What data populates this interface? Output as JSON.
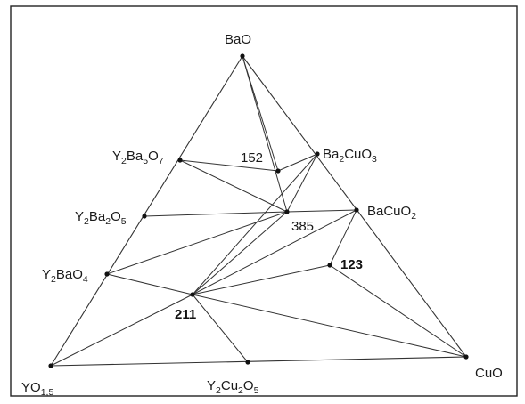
{
  "vertices": {
    "bao": "BaO",
    "yo15": "YO1,5",
    "cuo": "CuO"
  },
  "phases": {
    "y2ba5o7": "Y2Ba5O7",
    "y2ba2o5": "Y2Ba2O5",
    "y2bao4": "Y2BaO4",
    "ba2cuo3": "Ba2CuO3",
    "bacuo2": "BaCuO2",
    "y2cu2o5": "Y2Cu2O5"
  },
  "compounds": {
    "c152": "152",
    "c385": "385",
    "c123": "123",
    "c211": "211"
  }
}
